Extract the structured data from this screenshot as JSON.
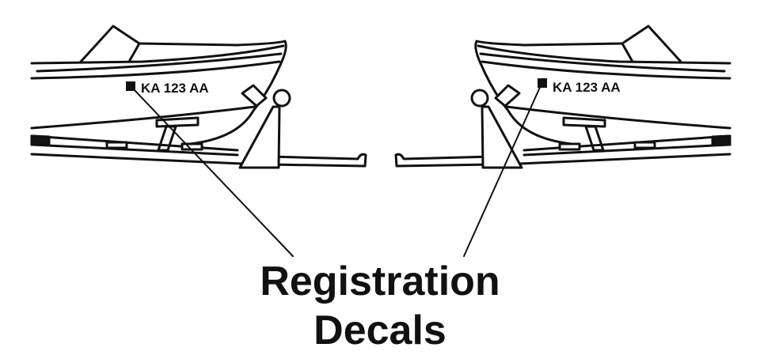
{
  "decals": {
    "left_plate": "KA 123 AA",
    "right_plate": "KA 123 AA"
  },
  "caption": {
    "line1": "Registration",
    "line2": "Decals"
  },
  "colors": {
    "ink": "#111111",
    "background": "#ffffff"
  }
}
